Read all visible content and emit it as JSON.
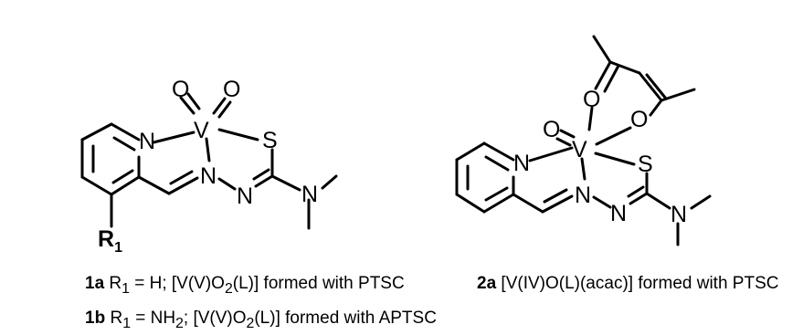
{
  "structures": [
    {
      "id": "1",
      "atoms": {
        "V": "V",
        "N_pyridine": "N",
        "S": "S",
        "N_imine": "N",
        "N_hydrazone": "N",
        "N_amine": "N",
        "O_a": "O",
        "O_b": "O",
        "R": "R",
        "R_sub": "1"
      }
    },
    {
      "id": "2",
      "atoms": {
        "V": "V",
        "N_pyridine": "N",
        "S": "S",
        "N_imine": "N",
        "N_hydrazone": "N",
        "N_amine": "N",
        "O_oxo": "O",
        "O_acac1": "O",
        "O_acac2": "O"
      }
    }
  ],
  "captions": {
    "c1a": {
      "label": "1a",
      "pre": " R",
      "sub1": "1",
      "mid": " = H; [V(V)O",
      "sub2": "2",
      "post": "(L)] formed with PTSC"
    },
    "c1b": {
      "label": "1b",
      "pre": " R",
      "sub1": "1",
      "mid": " = NH",
      "sub2": "2",
      "mid2": "; [V(V)O",
      "sub3": "2",
      "post": "(L)] formed with APTSC"
    },
    "c2a": {
      "label": "2a",
      "text": " [V(IV)O(L)(acac)] formed with PTSC"
    }
  }
}
